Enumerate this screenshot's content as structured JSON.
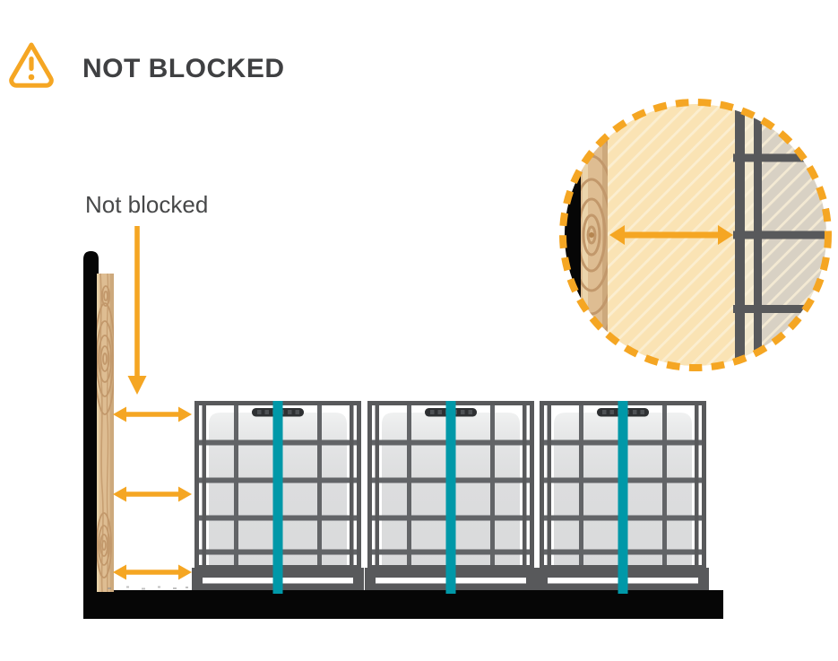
{
  "header": {
    "title": "NOT BLOCKED",
    "icon": "warning-triangle-icon"
  },
  "diagram": {
    "gap_label": "Not blocked",
    "totes_count": 3,
    "gap_arrow_count": 3,
    "inset": {
      "shape": "magnified-circle",
      "shows": "gap between wood blocking board and tote cage",
      "arrow": "horizontal-double-arrow"
    },
    "colors": {
      "accent_orange": "#F5A623",
      "strap_teal": "#0098A8",
      "cage_gray": "#58595B",
      "bottle_gray": "#DCDDDE",
      "wood_tan": "#DEBD92",
      "inset_peach": "#FAE3B4",
      "wall_floor_black": "#060606",
      "text_gray": "#3F4042"
    }
  }
}
